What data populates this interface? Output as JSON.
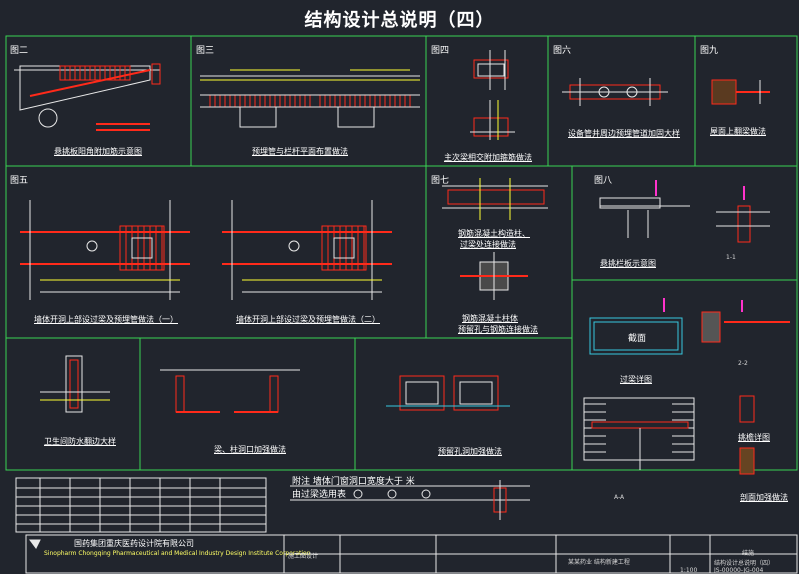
{
  "sheet_title": "结构设计总说明（四）",
  "panel_labels": [
    "图二",
    "图三",
    "图四",
    "图六",
    "图九",
    "图五",
    "图七",
    "图八"
  ],
  "captions": {
    "c1": "悬挑板阳角附加筋示意图",
    "c2": "预埋管与栏杆平面布置做法",
    "c3": "主次梁相交附加箍筋做法",
    "c4": "设备管井周边预埋管道加固大样",
    "c5": "屋面上翻梁做法",
    "c6": "墙体开洞上部设过梁及预埋管做法（一）",
    "c7": "墙体开洞上部设过梁及预埋管做法（二）",
    "c8a": "钢筋混凝土构造柱、",
    "c8b": "过梁处连接做法",
    "c9a": "钢筋混凝土柱体",
    "c9b": "预留孔与钢筋连接做法",
    "c10": "悬挑栏板示意图",
    "c11": "卫生间防水翻边大样",
    "c12": "梁、柱洞口加强做法",
    "c13": "预留孔洞加强做法",
    "c14": "过梁详图",
    "c15": "挑檐详图",
    "c16": "剖面加强做法"
  },
  "small_labels": {
    "drain": "截面",
    "s1": "1-1",
    "s2": "2-2",
    "s3": "A-A"
  },
  "notes": {
    "line1": "附注  墙体门窗洞口宽度大于     米",
    "line2": "由过梁选用表"
  },
  "title_block": {
    "company_cn": "国药集团重庆医药设计院有限公司",
    "company_en": "Sinopharm Chongqing Pharmaceutical and Medical Industry Design Institute Corporation",
    "project": "某某药业 结构新建工程",
    "drawing": "结构设计总说明（四）",
    "stage": "施工图设计",
    "discipline": "结施",
    "scale": "1:100",
    "drawing_no": "JS-00000-JG-004"
  },
  "colors": {
    "background": "#21252d",
    "frame": "#39d353",
    "rebar": "#ff2a1a",
    "detail": "#e8e8e8",
    "accent": "#ffff33",
    "magenta": "#ff33cc",
    "cyan": "#38c8e0"
  }
}
